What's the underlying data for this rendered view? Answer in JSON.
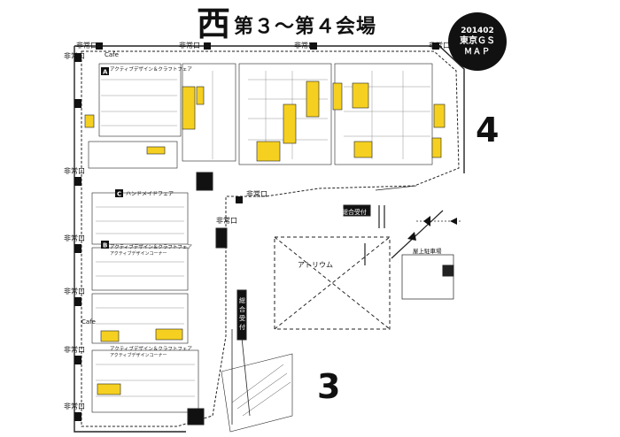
{
  "header": {
    "hall_char": "西",
    "halls_text": "第３〜第４会場"
  },
  "badge": {
    "line1": "201402",
    "line2": "東京ＧＳ",
    "line3": "ＭＡＰ"
  },
  "hall_numbers": {
    "upper": "4",
    "lower": "3"
  },
  "labels": {
    "emergency_exit": "非常口",
    "atrium": "アトリウム",
    "general_reception": "総合受付",
    "cafe": "Cafe",
    "handmade_fair": "ハンドメイドフェア",
    "active_design_craft": "アクティブデザイン＆クラフトフェア",
    "active_design_corner": "アクティブデザインコーナー",
    "rooftop_parking": "屋上駐車場",
    "zone_c": "C",
    "zone_b": "B",
    "zone_a": "A"
  },
  "colors": {
    "booth_highlight": "#f5d020",
    "line": "#222222",
    "badge_bg": "#111111"
  }
}
